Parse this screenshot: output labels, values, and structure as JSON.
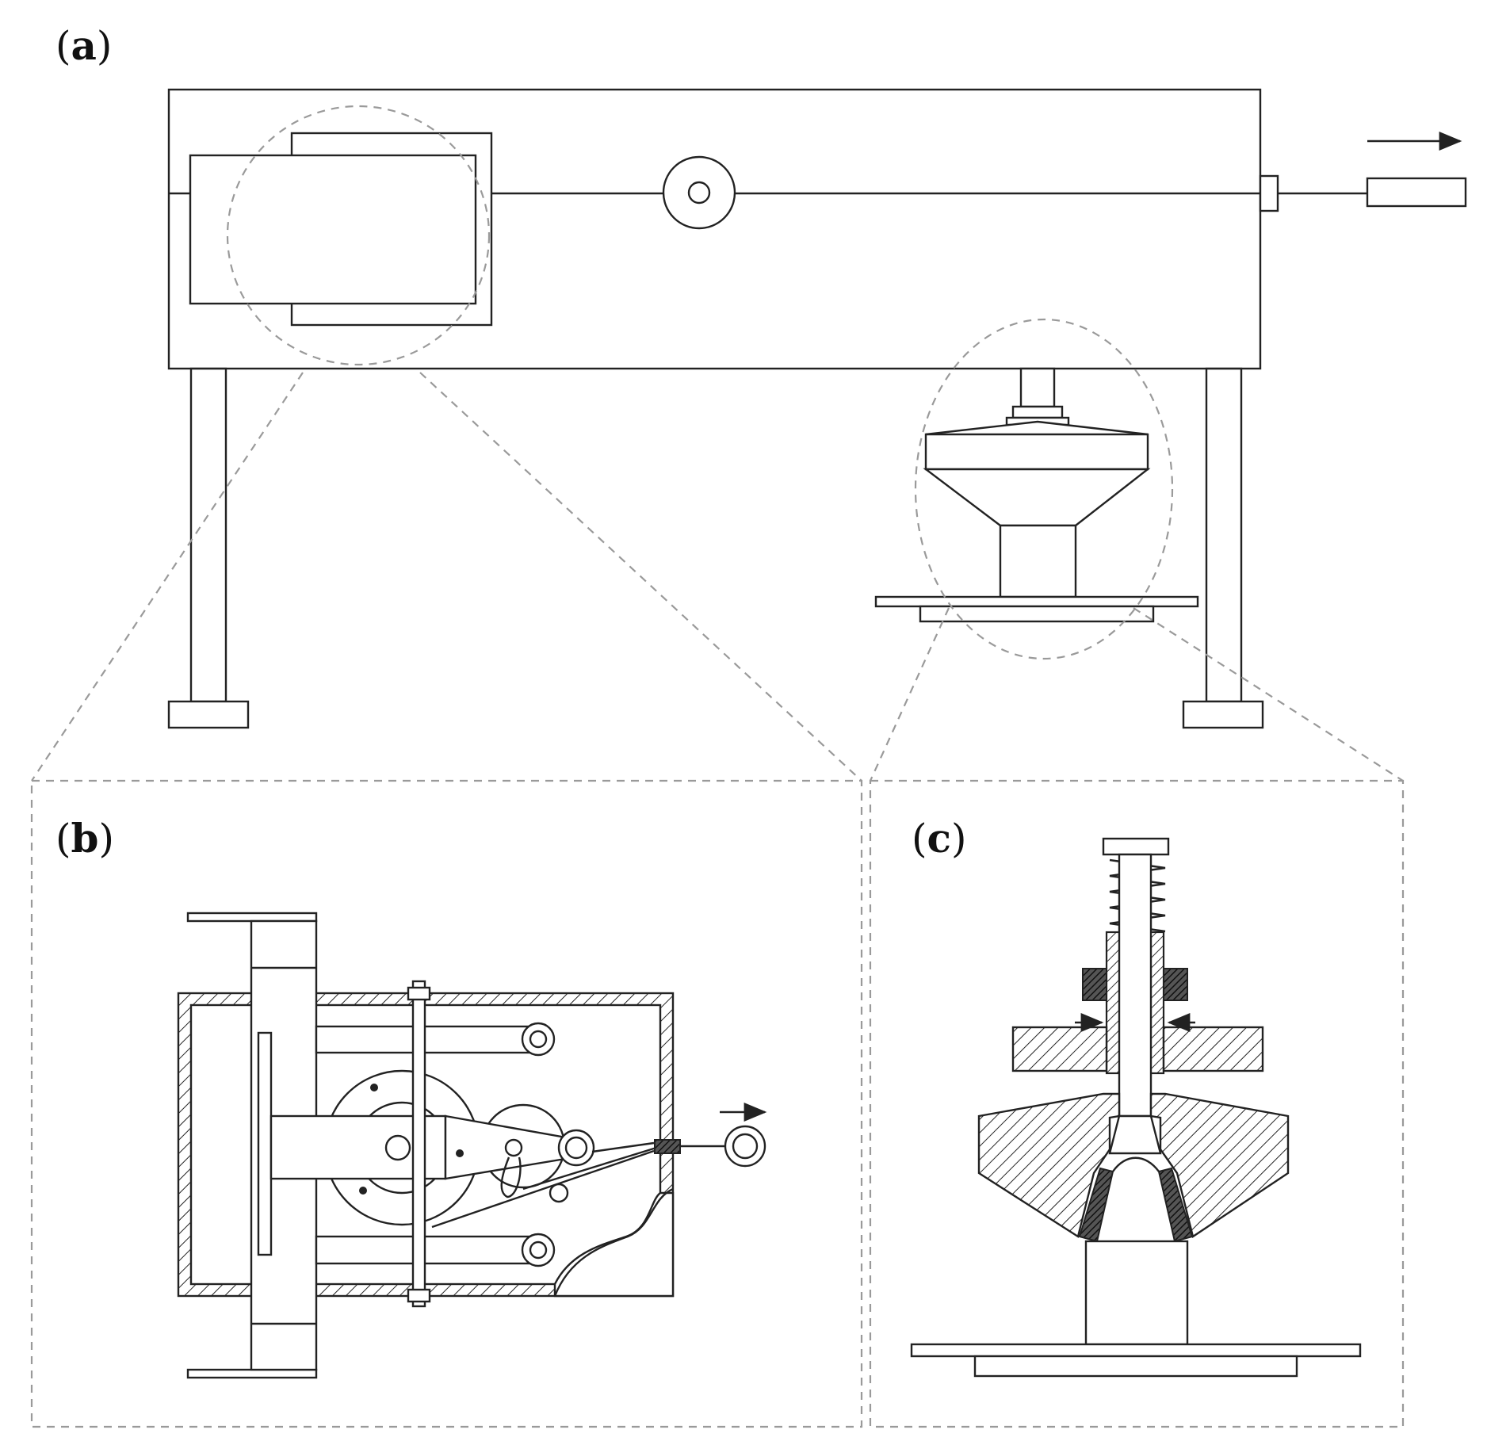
{
  "panels": [
    {
      "id": "a",
      "label_open": "(",
      "label_letter": "a",
      "label_close": ")"
    },
    {
      "id": "b",
      "label_open": "(",
      "label_letter": "b",
      "label_close": ")"
    },
    {
      "id": "c",
      "label_open": "(",
      "label_letter": "c",
      "label_close": ")"
    }
  ]
}
